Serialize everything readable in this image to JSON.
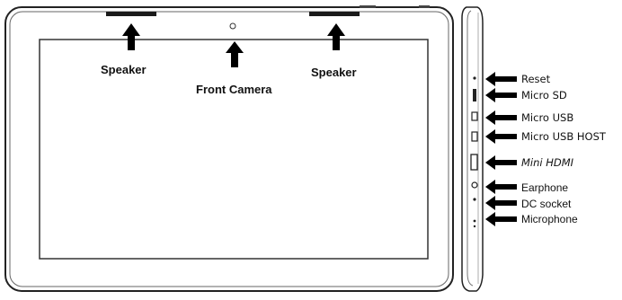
{
  "front_labels": {
    "speaker_left": "Speaker",
    "front_camera": "Front Camera",
    "speaker_right": "Speaker"
  },
  "port_labels": {
    "reset": "Reset",
    "micro_sd": "Micro SD",
    "micro_usb": "Micro USB",
    "micro_usb_host": "Micro USB HOST",
    "mini_hdmi": "Mini HDMI",
    "earphone": "Earphone",
    "dc_socket": "DC socket",
    "microphone": "Microphone"
  },
  "colors": {
    "outline": "#222222",
    "arrow": "#000000",
    "speaker_grille": "#1a1a1a"
  }
}
